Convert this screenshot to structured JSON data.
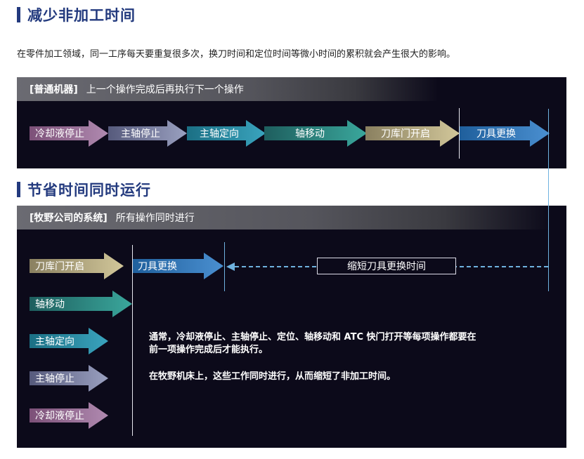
{
  "section1": {
    "title": "减少非加工时间"
  },
  "intro": "在零件加工领域，同一工序每天要重复很多次，换刀时间和定位时间等微小时间的累积就会产生很大的影响。",
  "panel1": {
    "tag": "[普通机器]",
    "desc": "上一个操作完成后再执行下一个操作",
    "steps": [
      "冷却液停止",
      "主轴停止",
      "主轴定向",
      "轴移动",
      "刀库门开启",
      "刀具更换"
    ]
  },
  "section2": {
    "title": "节省时间同时运行"
  },
  "panel2": {
    "tag": "[牧野公司的系统]",
    "desc": "所有操作同时进行",
    "steps": [
      "刀库门开启",
      "刀具更换",
      "轴移动",
      "主轴定向",
      "主轴停止",
      "冷却液停止"
    ],
    "shortened_label": "缩短刀具更换时间",
    "note1_line1": "通常，冷却液停止、主轴停止、定位、轴移动和 ATC 快门打开等每项操作都要在",
    "note1_line2": "前一项操作完成后才能执行。",
    "note2": "在牧野机床上，这些工作同时进行，从而缩短了非加工时间。"
  },
  "colors": {
    "heading": "#233a7e",
    "panel_bg": "#0c0a1a",
    "coolant": "#9a6a96",
    "spindle": "#7a7fa0",
    "orient": "#2a8ca6",
    "axis": "#2c8a80",
    "door": "#b8ad80",
    "tool": "#3a7cbf",
    "indicator": "#6fb2df"
  }
}
